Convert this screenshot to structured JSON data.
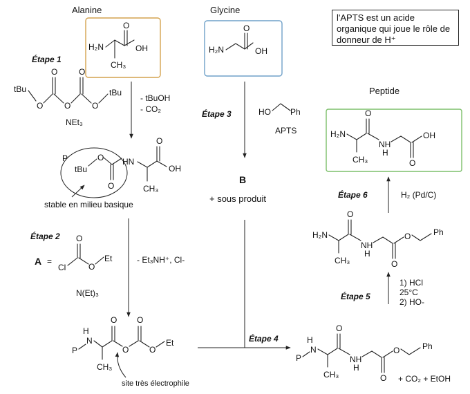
{
  "colors": {
    "alanine_box": "#d4a24e",
    "glycine_box": "#6ea0c8",
    "peptide_box": "#7cbf6a"
  },
  "labels": {
    "alanine": "Alanine",
    "glycine": "Glycine",
    "peptide": "Peptide",
    "p_letter": "P",
    "a_letter": "A",
    "equals": "=",
    "b_letter": "B",
    "sous_produit": "+ sous produit",
    "stable": "stable en milieu basique",
    "site": "site très électrophile",
    "final_byproducts": "+ CO₂ + EtOH"
  },
  "note_text": "l'APTS est un acide organique qui joue le rôle de donneur de H⁺",
  "steps": {
    "s1": "Étape 1",
    "s2": "Étape 2",
    "s3": "Étape 3",
    "s4": "Étape 4",
    "s5": "Étape 5",
    "s6": "Étape 6"
  },
  "reagents": {
    "s1_line1": "- tBuOH",
    "s1_line2": "- CO₂",
    "net3": "NEt₃",
    "s2_byproduct": "- Et₃NH⁺, Cl-",
    "s2_base": "N(Et)₃",
    "s3_reagent": "APTS",
    "s5_line1": "1) HCl",
    "s5_line2": "25°C",
    "s5_line3": "2) HO-",
    "s6_reagent": "H₂ (Pd/C)"
  },
  "atoms": {
    "tbu": "tBu",
    "o": "O",
    "oh": "OH",
    "h2n": "H₂N",
    "ch3": "CH₃",
    "hn": "HN",
    "nh": "NH",
    "n": "N",
    "h": "H",
    "ho": "HO",
    "ph": "Ph",
    "et": "Et",
    "cl": "Cl",
    "p": "P"
  }
}
